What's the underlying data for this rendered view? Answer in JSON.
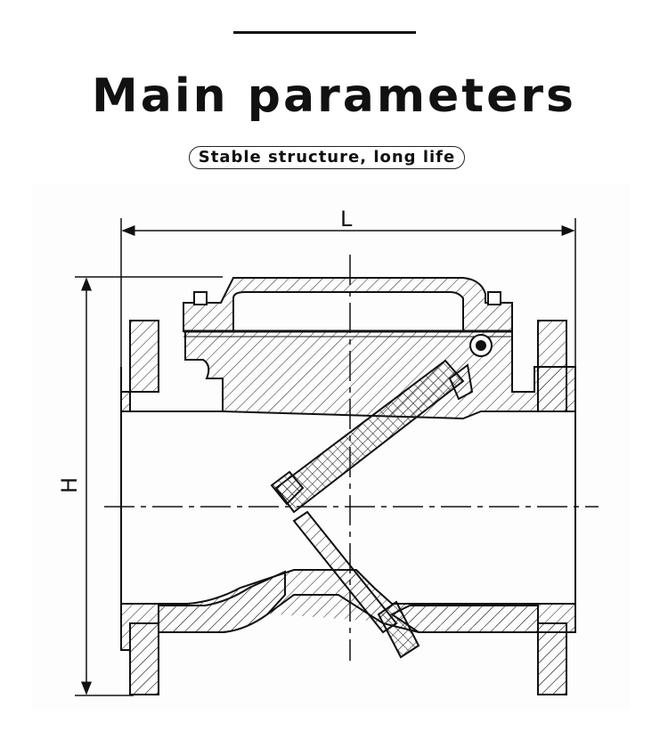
{
  "header": {
    "title": "Main parameters",
    "subtitle": "Stable structure, long life"
  },
  "diagram": {
    "dimension_length_label": "L",
    "dimension_height_label": "H",
    "hatch_icon": "cross-section-hatch",
    "line_color": "#111111"
  }
}
